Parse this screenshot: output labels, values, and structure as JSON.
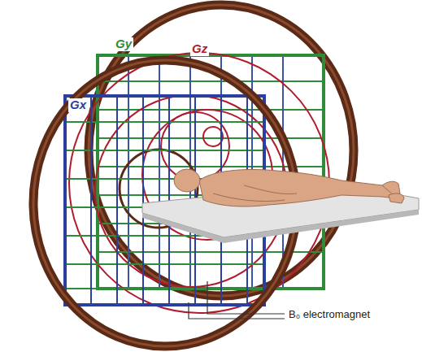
{
  "diagram": {
    "labels": [
      "Gy",
      "Gz",
      "Gx",
      "B₀ electromagnet"
    ]
  }
}
